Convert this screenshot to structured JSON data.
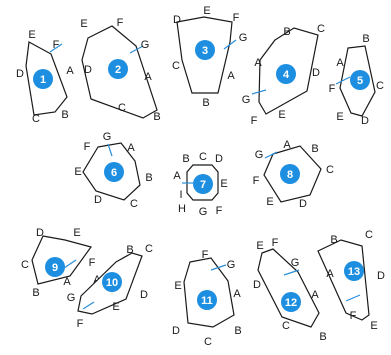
{
  "colors": {
    "stroke": "#1a1a1a",
    "badge": "#1e8fe0",
    "tick": "#2a8fd8",
    "text": "#1a1a1a"
  },
  "shapes": [
    {
      "num": "1",
      "labels": [
        "E",
        "F",
        "A",
        "B",
        "C",
        "D"
      ]
    },
    {
      "num": "2",
      "labels": [
        "E",
        "F",
        "G",
        "A",
        "B",
        "C",
        "D"
      ]
    },
    {
      "num": "3",
      "labels": [
        "D",
        "E",
        "F",
        "G",
        "A",
        "B",
        "C"
      ]
    },
    {
      "num": "4",
      "labels": [
        "B",
        "C",
        "D",
        "E",
        "F",
        "G",
        "A"
      ]
    },
    {
      "num": "5",
      "labels": [
        "B",
        "C",
        "D",
        "E",
        "F",
        "A"
      ]
    },
    {
      "num": "6",
      "labels": [
        "G",
        "A",
        "B",
        "C",
        "D",
        "E",
        "F"
      ]
    },
    {
      "num": "7",
      "labels": [
        "B",
        "C",
        "D",
        "E",
        "F",
        "G",
        "H",
        "I",
        "A"
      ]
    },
    {
      "num": "8",
      "labels": [
        "A",
        "B",
        "C",
        "D",
        "E",
        "F",
        "G"
      ]
    },
    {
      "num": "9",
      "labels": [
        "D",
        "E",
        "F",
        "A",
        "B",
        "C"
      ]
    },
    {
      "num": "10",
      "labels": [
        "B",
        "C",
        "D",
        "E",
        "F",
        "G",
        "A"
      ]
    },
    {
      "num": "11",
      "labels": [
        "F",
        "G",
        "A",
        "B",
        "C",
        "D",
        "E"
      ]
    },
    {
      "num": "12",
      "labels": [
        "E",
        "F",
        "G",
        "A",
        "B",
        "C",
        "D"
      ]
    },
    {
      "num": "13",
      "labels": [
        "B",
        "C",
        "D",
        "E",
        "F",
        "A"
      ]
    }
  ]
}
